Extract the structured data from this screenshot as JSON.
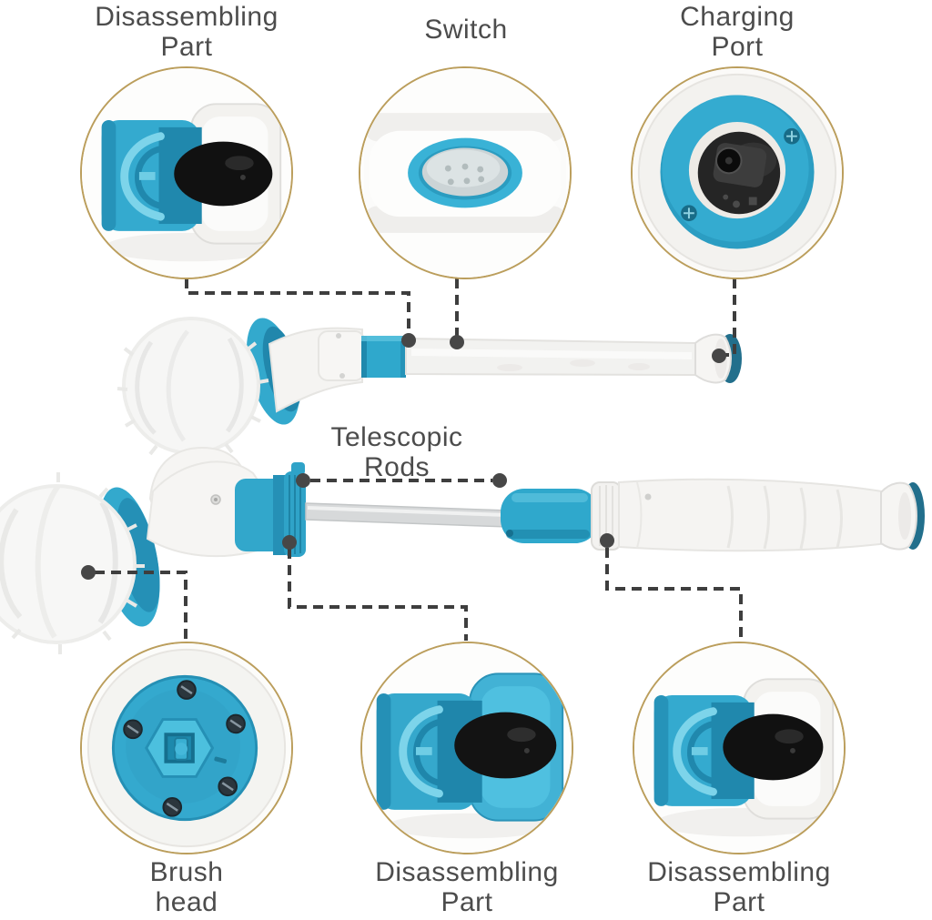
{
  "diagram": {
    "title": "Spin scrubber parts annotation diagram",
    "background": "#ffffff",
    "colors": {
      "accent_teal": "#2fa8cc",
      "accent_teal_dark": "#2088ad",
      "ring_gold": "#bb9e5c",
      "label_text": "#4c4c4c",
      "leader_line": "#3e3e3e",
      "button_black": "#121212",
      "metal_rod_gray": "#d7d9da"
    }
  },
  "callouts": {
    "top_left": {
      "lines": [
        "Disassembling",
        "Part"
      ]
    },
    "top_center": {
      "lines": [
        "Switch"
      ]
    },
    "top_right": {
      "lines": [
        "Charging",
        "Port"
      ]
    },
    "middle": {
      "lines": [
        "Telescopic",
        "Rods"
      ]
    },
    "bottom_left": {
      "lines": [
        "Brush",
        "head"
      ]
    },
    "bottom_center": {
      "lines": [
        "Disassembling",
        "Part"
      ]
    },
    "bottom_right": {
      "lines": [
        "Disassembling",
        "Part"
      ]
    }
  }
}
